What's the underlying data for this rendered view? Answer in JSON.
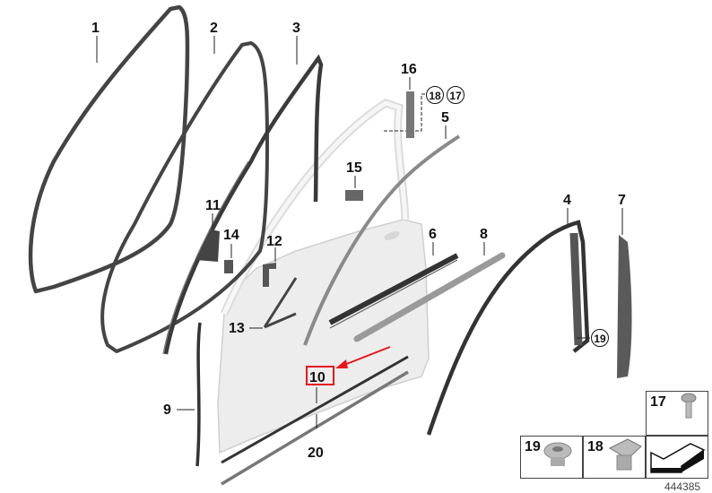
{
  "diagram": {
    "type": "exploded-parts-diagram",
    "subject": "door seals and weatherstrips",
    "diagram_number": "444385",
    "accent_color": "#e8141a",
    "highlighted_part": "10"
  },
  "callouts": [
    {
      "id": "1",
      "label": "1"
    },
    {
      "id": "2",
      "label": "2"
    },
    {
      "id": "3",
      "label": "3"
    },
    {
      "id": "4",
      "label": "4"
    },
    {
      "id": "5",
      "label": "5"
    },
    {
      "id": "6",
      "label": "6"
    },
    {
      "id": "7",
      "label": "7"
    },
    {
      "id": "8",
      "label": "8"
    },
    {
      "id": "9",
      "label": "9"
    },
    {
      "id": "10",
      "label": "10"
    },
    {
      "id": "11",
      "label": "11"
    },
    {
      "id": "12",
      "label": "12"
    },
    {
      "id": "13",
      "label": "13"
    },
    {
      "id": "14",
      "label": "14"
    },
    {
      "id": "15",
      "label": "15"
    },
    {
      "id": "16",
      "label": "16"
    },
    {
      "id": "20",
      "label": "20"
    }
  ],
  "circle_refs": [
    {
      "label": "18",
      "attached_to": "16"
    },
    {
      "label": "17",
      "attached_to": "16"
    },
    {
      "label": "19",
      "attached_to": "4"
    }
  ],
  "legend": {
    "cells": [
      {
        "label": "17",
        "part": "screw-icon"
      },
      {
        "label": "19",
        "part": "clip-nut-icon"
      },
      {
        "label": "18",
        "part": "expanding-nut-icon"
      },
      {
        "label": "",
        "part": "direction-arrow-icon"
      }
    ]
  }
}
